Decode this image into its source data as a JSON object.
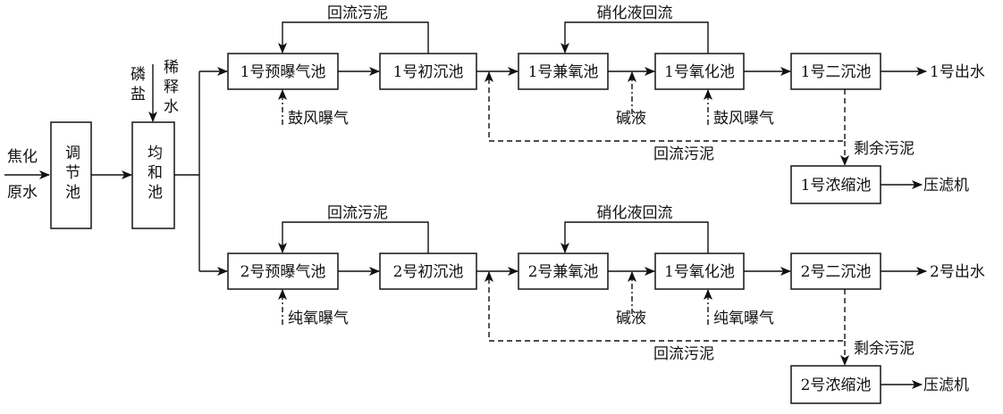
{
  "pretreatment": {
    "inlet_label_1": "焦化",
    "inlet_label_2": "原水",
    "tank_1": "调节池",
    "tank_2": "均和池",
    "additive_1": "磷盐",
    "additive_2": "稀释水"
  },
  "lines": [
    {
      "pre_aeration": "1号预曝气池",
      "primary_clarifier": "1号初沉池",
      "anoxic": "1号兼氧池",
      "oxidation": "1号氧化池",
      "secondary_clarifier": "1号二沉池",
      "effluent": "1号出水",
      "thickener": "1号浓缩池",
      "filter_press": "压滤机",
      "aeration_1": "鼓风曝气",
      "aeration_2": "鼓风曝气",
      "alkali": "碱液",
      "sludge_return_top": "回流污泥",
      "nitrate_return": "硝化液回流",
      "sludge_return_bottom": "回流污泥",
      "excess_sludge": "剩余污泥"
    },
    {
      "pre_aeration": "2号预曝气池",
      "primary_clarifier": "2号初沉池",
      "anoxic": "2号兼氧池",
      "oxidation": "1号氧化池",
      "secondary_clarifier": "2号二沉池",
      "effluent": "2号出水",
      "thickener": "2号浓缩池",
      "filter_press": "压滤机",
      "aeration_1": "纯氧曝气",
      "aeration_2": "纯氧曝气",
      "alkali": "碱液",
      "sludge_return_top": "回流污泥",
      "nitrate_return": "硝化液回流",
      "sludge_return_bottom": "回流污泥",
      "excess_sludge": "剩余污泥"
    }
  ]
}
